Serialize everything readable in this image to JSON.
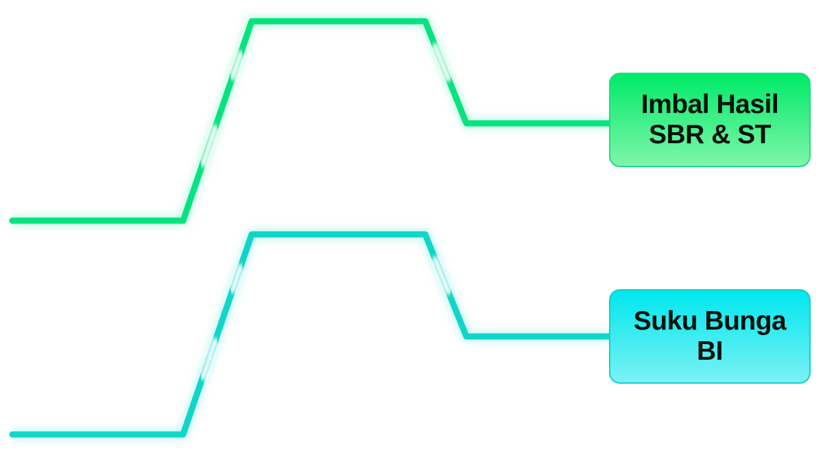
{
  "boxes": [
    {
      "line1": "Imbal Hasil",
      "line2": "SBR & ST",
      "color": "#05e37f"
    },
    {
      "line1": "Suku Bunga",
      "line2": "BI",
      "color": "#0fd6c8"
    }
  ]
}
